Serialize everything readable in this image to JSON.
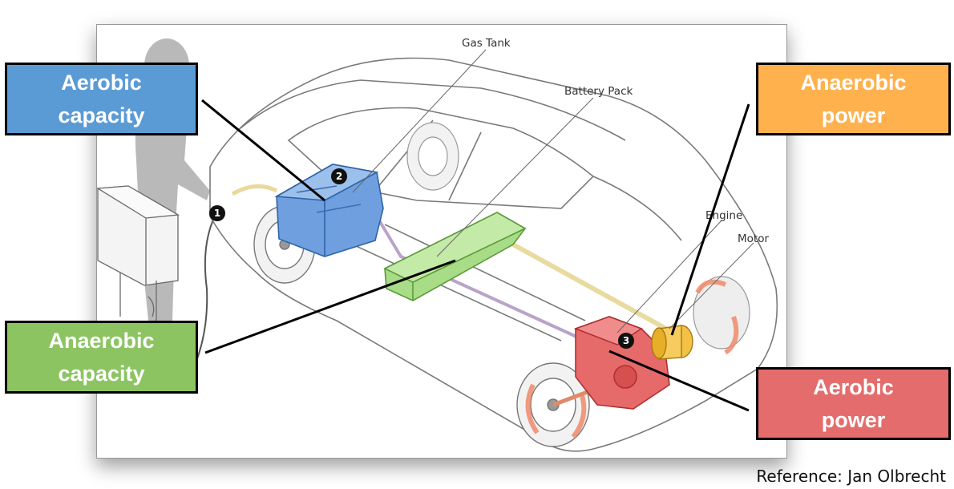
{
  "labels": {
    "aerobic_capacity": "Aerobic\ncapacity",
    "anaerobic_power": "Anaerobic\npower",
    "anaerobic_capacity": "Anaerobic\ncapacity",
    "aerobic_power": "Aerobic\npower"
  },
  "components": {
    "gas_tank": "Gas Tank",
    "battery_pack": "Battery Pack",
    "engine": "Engine",
    "motor": "Motor"
  },
  "badges": {
    "one": "1",
    "two": "2",
    "three": "3"
  },
  "reference": "Reference: Jan Olbrecht",
  "colors": {
    "aerobic_capacity": "#5b9bd5",
    "anaerobic_power": "#ffb14e",
    "anaerobic_capacity": "#8cc462",
    "aerobic_power": "#e46c6c"
  }
}
